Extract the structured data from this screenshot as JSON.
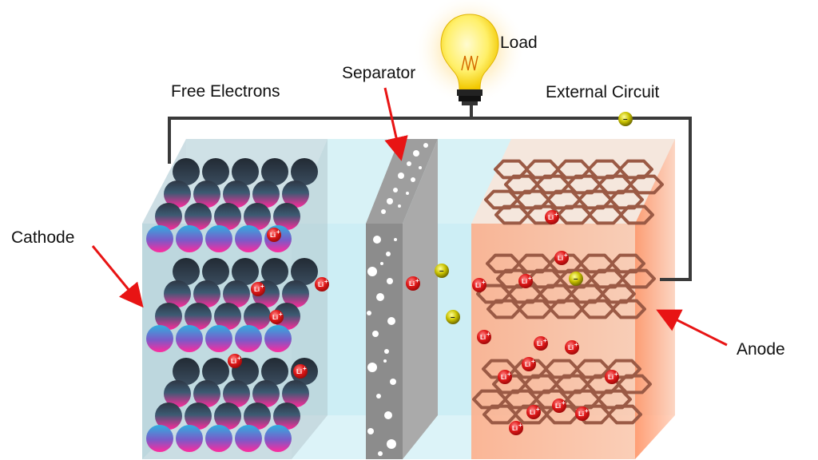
{
  "labels": {
    "load": "Load",
    "separator": "Separator",
    "free_electrons": "Free Electrons",
    "external_circuit": "External Circuit",
    "cathode": "Cathode",
    "anode": "Anode"
  },
  "symbols": {
    "lithium_ion": "Li",
    "lithium_ion_charge": "+",
    "electron": "–"
  },
  "colors": {
    "cathode_top": "#2f3d4a",
    "cathode_bottom": "#ff2a9d",
    "electrolyte": "#a8e6f2",
    "anode": "#ff9a70",
    "graphite": "#9b5a45",
    "lithium_ion": "#e01818",
    "electron": "#c9c200",
    "arrow": "#e81414",
    "wire": "#3a3a3a"
  }
}
